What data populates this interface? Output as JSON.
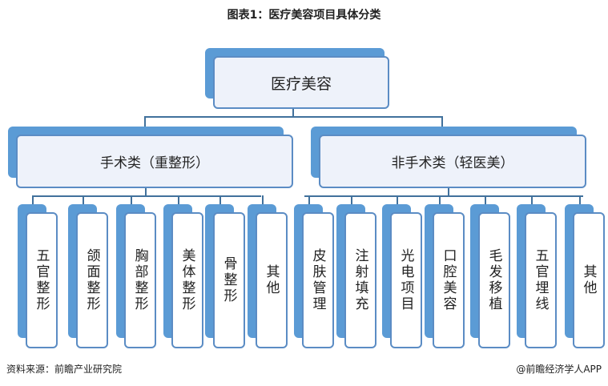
{
  "title": "图表1：医疗美容项目具体分类",
  "root": "医疗美容",
  "branches": [
    {
      "label": "手术类（重整形）",
      "items": [
        "五官整形",
        "颌面整形",
        "胸部整形",
        "美体整形",
        "骨整形",
        "其他"
      ]
    },
    {
      "label": "非手术类（轻医美）",
      "items": [
        "皮肤管理",
        "注射填充",
        "光电项目",
        "口腔美容",
        "毛发移植",
        "五官埋线",
        "其他"
      ]
    }
  ],
  "footer": {
    "source": "资料来源：前瞻产业研究院",
    "credit": "@前瞻经济学人APP"
  },
  "colors": {
    "box_back": "#5b9bd5",
    "box_border": "#5b8cc4",
    "box_fill": "#eef2fa",
    "line": "#41719c"
  }
}
